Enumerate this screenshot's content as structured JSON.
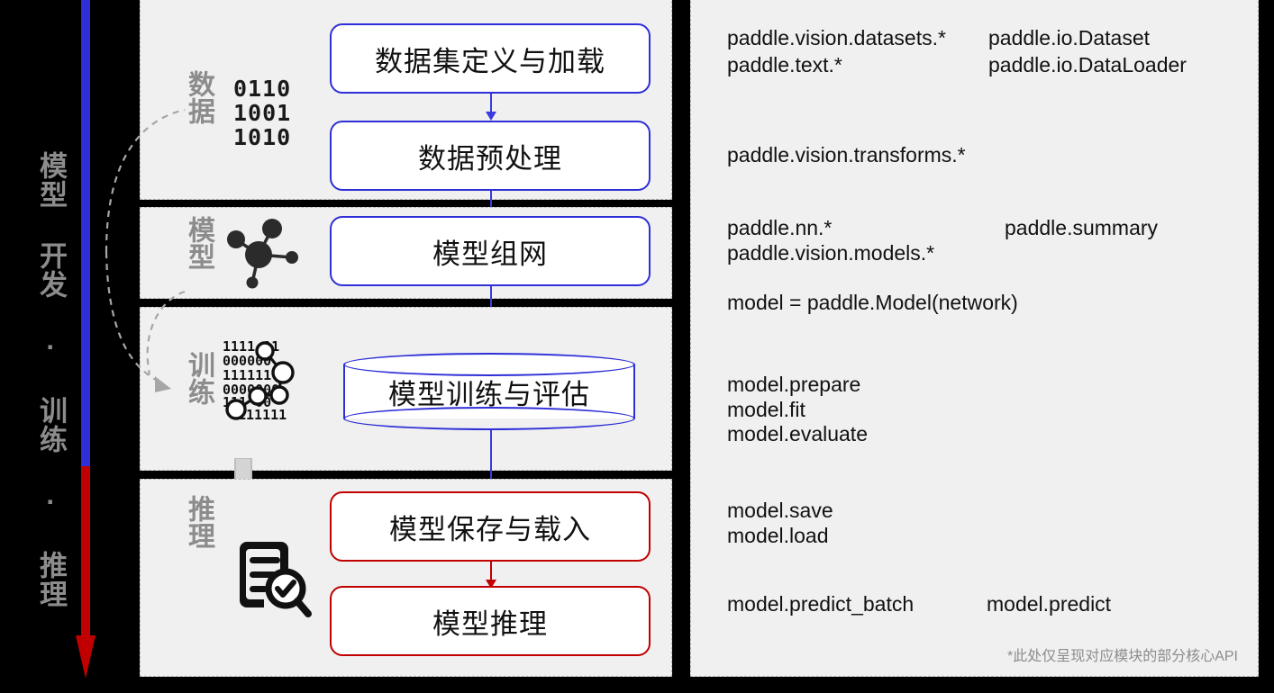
{
  "vertical_title": "模型 开发 · 训练 · 推理",
  "axis": {
    "top_color": "#2F2FD8",
    "bottom_color": "#C00000",
    "icon": "down-arrow"
  },
  "sections": [
    {
      "key": "data",
      "label": "数据",
      "icon": "binary-data-icon",
      "icon_text": "0110\n1001\n1010",
      "boxes": [
        {
          "label": "数据集定义与加载",
          "color": "#2F2FD8",
          "shape": "rounded"
        },
        {
          "label": "数据预处理",
          "color": "#2F2FD8",
          "shape": "rounded"
        }
      ]
    },
    {
      "key": "model",
      "label": "模型",
      "icon": "neural-network-icon",
      "boxes": [
        {
          "label": "模型组网",
          "color": "#2F2FD8",
          "shape": "rounded"
        }
      ]
    },
    {
      "key": "train",
      "label": "训练",
      "icon": "binary-network-icon",
      "boxes": [
        {
          "label": "模型训练与评估",
          "color": "#2F2FD8",
          "shape": "cylinder"
        }
      ]
    },
    {
      "key": "infer",
      "label": "推理",
      "icon": "document-search-icon",
      "boxes": [
        {
          "label": "模型保存与载入",
          "color": "#C00000",
          "shape": "rounded"
        },
        {
          "label": "模型推理",
          "color": "#C00000",
          "shape": "rounded"
        }
      ]
    }
  ],
  "api_panel": {
    "groups": [
      {
        "col1": [
          "paddle.vision.datasets.*",
          "paddle.text.*"
        ],
        "col2": [
          "paddle.io.Dataset",
          "paddle.io.DataLoader"
        ]
      },
      {
        "col1": [
          "paddle.vision.transforms.*"
        ],
        "col2": []
      },
      {
        "col1": [
          "paddle.nn.*",
          "paddle.vision.models.*"
        ],
        "col2": [
          "paddle.summary"
        ]
      },
      {
        "col1": [
          "model = paddle.Model(network)"
        ],
        "col2": []
      },
      {
        "col1": [
          "model.prepare",
          "model.fit",
          "model.evaluate"
        ],
        "col2": []
      },
      {
        "col1": [
          "model.save",
          "model.load"
        ],
        "col2": []
      },
      {
        "col1": [
          "model.predict_batch"
        ],
        "col2": [
          "model.predict"
        ]
      }
    ],
    "lines": {
      "l1": "paddle.vision.datasets.*",
      "l2": "paddle.text.*",
      "r1": "paddle.io.Dataset",
      "r2": "paddle.io.DataLoader",
      "l3": "paddle.vision.transforms.*",
      "l4": "paddle.nn.*",
      "l5": "paddle.vision.models.*",
      "r3": "paddle.summary",
      "l6": "model = paddle.Model(network)",
      "l7": "model.prepare",
      "l8": "model.fit",
      "l9": "model.evaluate",
      "l10": "model.save",
      "l11": "model.load",
      "l12": "model.predict_batch",
      "r4": "model.predict"
    },
    "note": "*此处仅呈现对应模块的部分核心API"
  },
  "colors": {
    "blue": "#2F2FD8",
    "red": "#C00000",
    "panel_bg": "#F0F0F0",
    "gray_text": "#8C8C8C",
    "background": "#000000"
  }
}
